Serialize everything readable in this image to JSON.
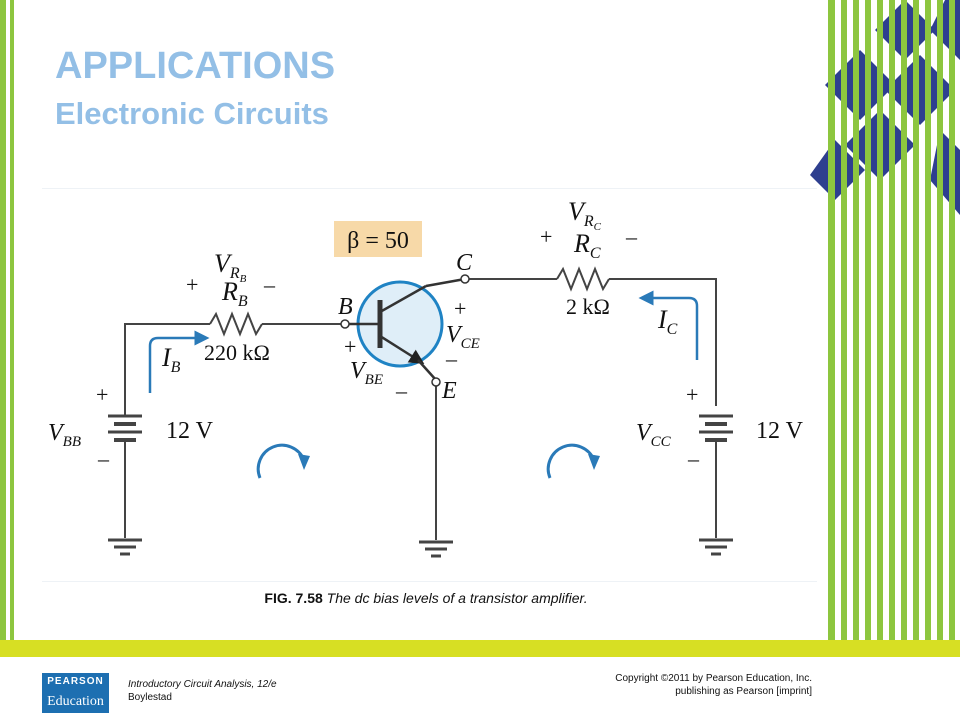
{
  "slide": {
    "title": "APPLICATIONS",
    "subtitle": "Electronic Circuits"
  },
  "figure": {
    "caption_label": "FIG. 7.58",
    "caption_text": "The dc bias levels of a transistor amplifier."
  },
  "circuit": {
    "beta_label": "β = 50",
    "rb": {
      "voltage": "V",
      "voltage_sub": "R",
      "voltage_subsub": "B",
      "name": "R",
      "name_sub": "B",
      "value": "220 kΩ",
      "plus": "+",
      "minus": "–"
    },
    "rc": {
      "voltage": "V",
      "voltage_sub": "R",
      "voltage_subsub": "C",
      "name": "R",
      "name_sub": "C",
      "value": "2 kΩ",
      "plus": "+",
      "minus": "–"
    },
    "vbb": {
      "name": "V",
      "name_sub": "BB",
      "value": "12 V",
      "plus": "+",
      "minus": "–"
    },
    "vcc": {
      "name": "V",
      "name_sub": "CC",
      "value": "12 V",
      "plus": "+",
      "minus": "–"
    },
    "ib": {
      "name": "I",
      "name_sub": "B"
    },
    "ic": {
      "name": "I",
      "name_sub": "C"
    },
    "vbe": {
      "name": "V",
      "name_sub": "BE",
      "plus": "+",
      "minus": "–"
    },
    "vce": {
      "name": "V",
      "name_sub": "CE",
      "plus": "+",
      "minus": "–"
    },
    "nodes": {
      "base": "B",
      "collector": "C",
      "emitter": "E"
    }
  },
  "footer": {
    "logo_line1": "PEARSON",
    "logo_line2": "Education",
    "book_title": "Introductory Circuit Analysis, 12/e",
    "book_author": "Boylestad",
    "copyright_line1": "Copyright ©2011 by Pearson Education, Inc.",
    "copyright_line2": "publishing as Pearson [imprint]"
  },
  "colors": {
    "title": "#93bfe6",
    "green": "#8dc63f",
    "yellow": "#d7df23",
    "navy": "#2e3f8f",
    "arrow_blue": "#2a7ab8",
    "beta_box": "#f7d9a8",
    "transistor": "#1f83c4"
  }
}
